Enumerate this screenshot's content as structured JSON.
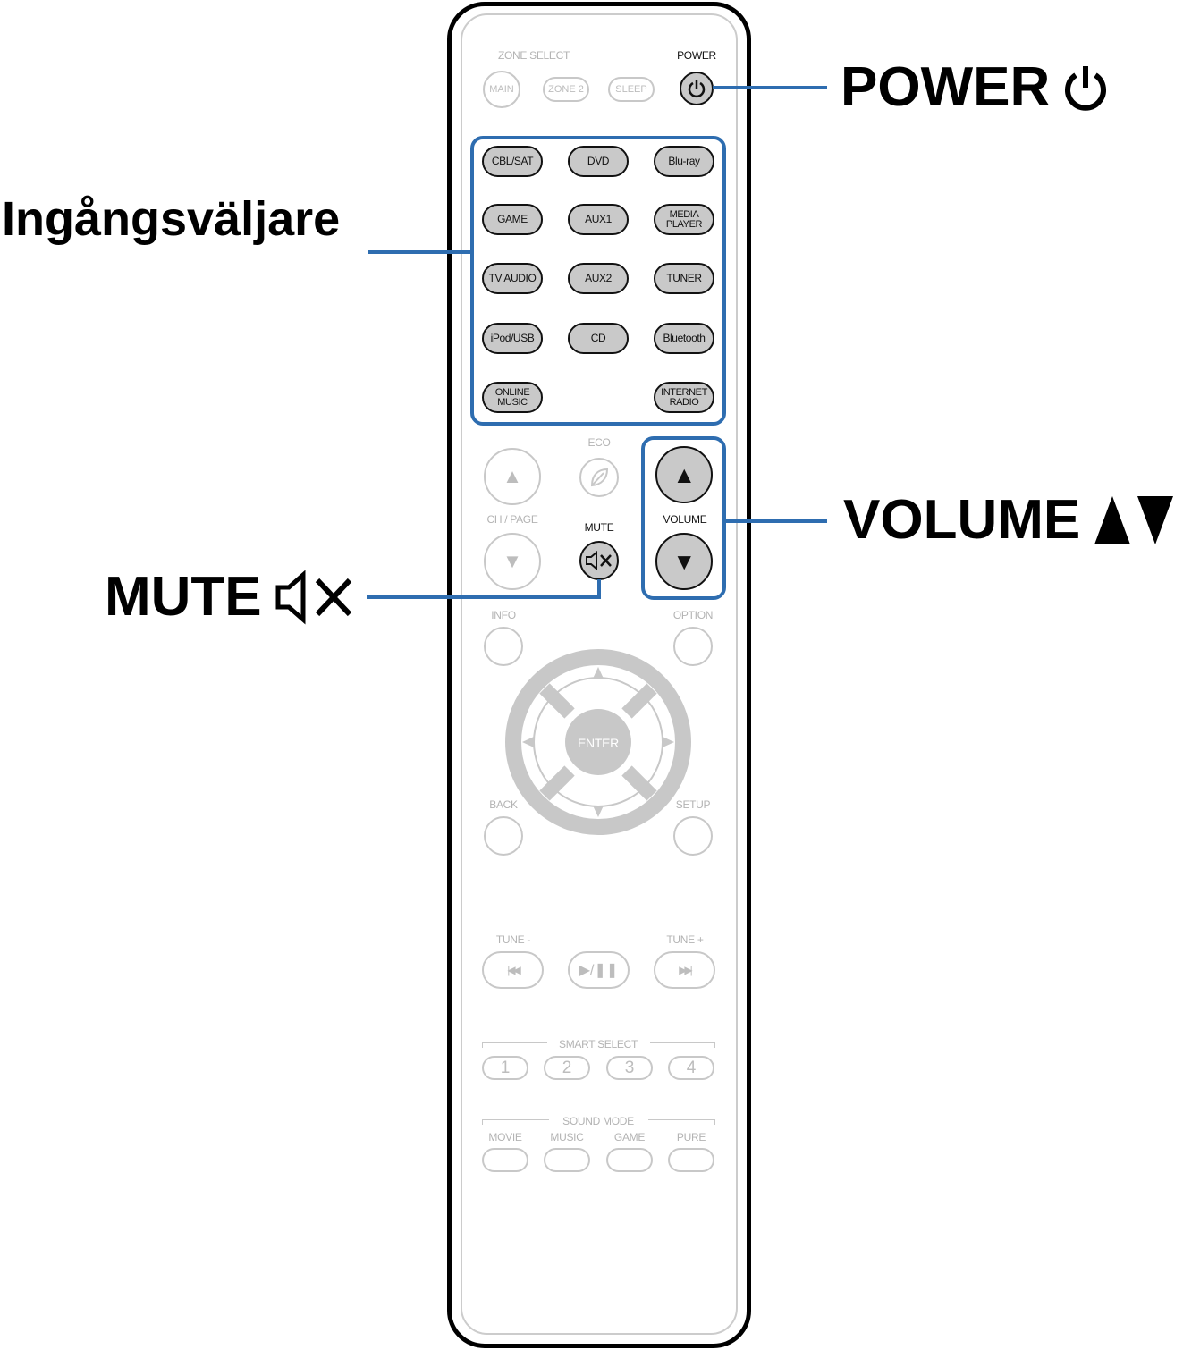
{
  "callouts": {
    "power": "POWER",
    "input": "Ingångsväljare",
    "volume": "VOLUME",
    "mute": "MUTE"
  },
  "remote": {
    "zone_select": "ZONE SELECT",
    "power": "POWER",
    "zone_buttons": [
      "MAIN",
      "ZONE 2",
      "SLEEP"
    ],
    "inputs": [
      [
        "CBL/SAT",
        "DVD",
        "Blu-ray"
      ],
      [
        "GAME",
        "AUX1",
        "MEDIA PLAYER"
      ],
      [
        "TV AUDIO",
        "AUX2",
        "TUNER"
      ],
      [
        "iPod/USB",
        "CD",
        "Bluetooth"
      ],
      [
        "ONLINE MUSIC",
        "",
        "INTERNET RADIO"
      ]
    ],
    "eco": "ECO",
    "ch_page": "CH / PAGE",
    "mute": "MUTE",
    "volume": "VOLUME",
    "info": "INFO",
    "option": "OPTION",
    "enter": "ENTER",
    "back": "BACK",
    "setup": "SETUP",
    "tune_minus": "TUNE -",
    "tune_plus": "TUNE +",
    "smart_select": "SMART SELECT",
    "smart_buttons": [
      "1",
      "2",
      "3",
      "4"
    ],
    "sound_mode": "SOUND MODE",
    "sound_modes": [
      "MOVIE",
      "MUSIC",
      "GAME",
      "PURE"
    ]
  },
  "colors": {
    "accent": "#2e6db0"
  }
}
